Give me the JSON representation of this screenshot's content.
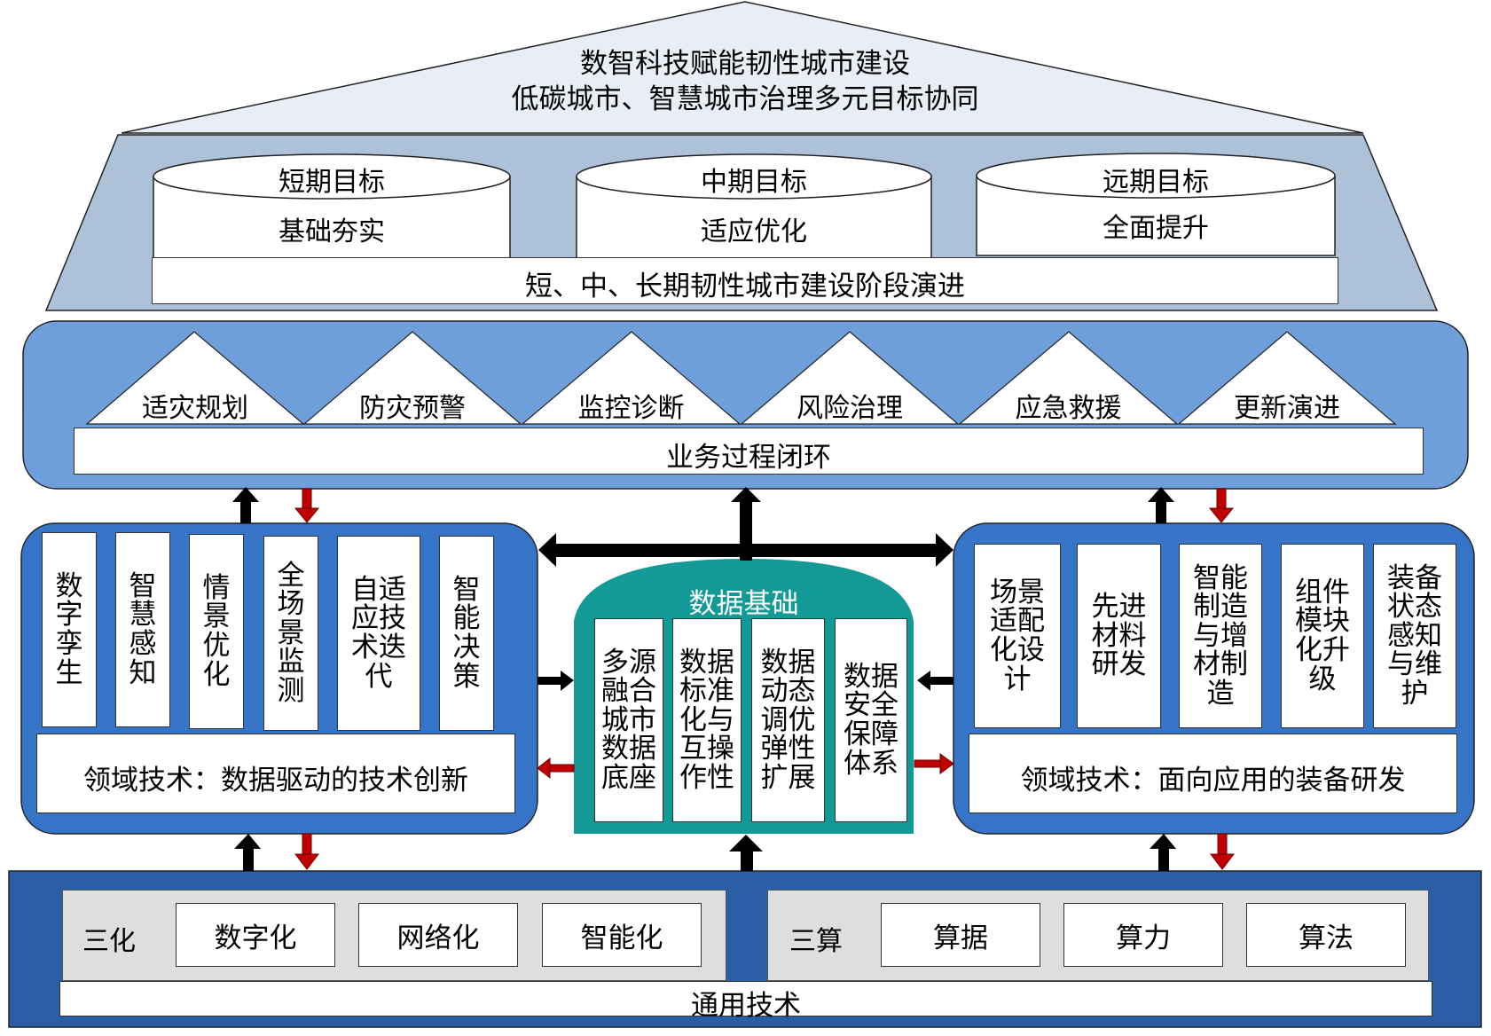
{
  "goal": {
    "title_line1": "数智科技赋能韧性城市建设",
    "title_line2": "低碳城市、智慧城市治理多元目标协同"
  },
  "stages": {
    "items": [
      {
        "title": "短期目标",
        "subtitle": "基础夯实"
      },
      {
        "title": "中期目标",
        "subtitle": "适应优化"
      },
      {
        "title": "远期目标",
        "subtitle": "全面提升"
      }
    ],
    "bar_label": "短、中、长期韧性城市建设阶段演进"
  },
  "business": {
    "processes": [
      "适灾规划",
      "防灾预警",
      "监控诊断",
      "风险治理",
      "应急救援",
      "更新演进"
    ],
    "bar_label": "业务过程闭环"
  },
  "left_domain": {
    "items": [
      "数字孪生",
      "智慧感知",
      "情景优化",
      "全场景监测",
      "自适应技术迭代",
      "智能决策"
    ],
    "label": "领域技术：数据驱动的技术创新"
  },
  "data_foundation": {
    "title": "数据基础",
    "items": [
      "多源融合城市数据底座",
      "数据标准化与互操作性",
      "数据动态调优弹性扩展",
      "数据安全保障体系"
    ]
  },
  "right_domain": {
    "items": [
      "场景适配化设计",
      "先进材料研发",
      "智能制造与增材制造",
      "组件模块化升级",
      "装备状态感知与维护"
    ],
    "label": "领域技术：面向应用的装备研发"
  },
  "general": {
    "three_modernizations": {
      "label": "三化",
      "items": [
        "数字化",
        "网络化",
        "智能化"
      ]
    },
    "three_computations": {
      "label": "三算",
      "items": [
        "算据",
        "算力",
        "算法"
      ]
    },
    "bar_label": "通用技术"
  },
  "colors": {
    "roof": "#e9eef6",
    "trapezoid": "#adc2d9",
    "business_panel": "#6f9fdb",
    "domain_panel": "#3674c8",
    "data_foundation": "#139a96",
    "general_panel": "#2a5ea6",
    "gray_panel": "#dedede",
    "arrow_black": "#000000",
    "arrow_red": "#c00000"
  }
}
